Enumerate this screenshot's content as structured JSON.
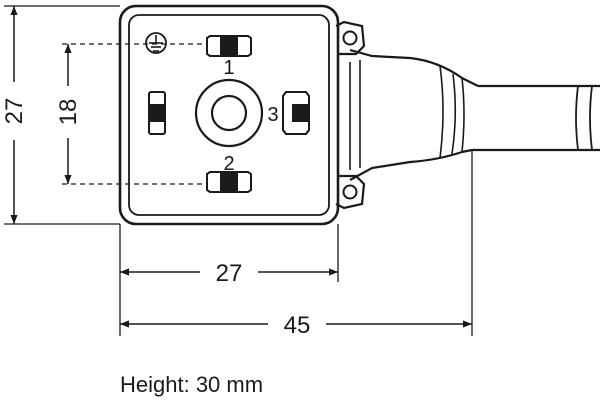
{
  "drawing": {
    "dimensions": {
      "height_outer": "27",
      "height_pin_spacing": "18",
      "width_body": "27",
      "width_total": "45"
    },
    "pins": {
      "pin1": "1",
      "pin2": "2",
      "pin3": "3"
    },
    "caption": "Height: 30 mm",
    "symbols": [
      "ground-symbol"
    ]
  }
}
